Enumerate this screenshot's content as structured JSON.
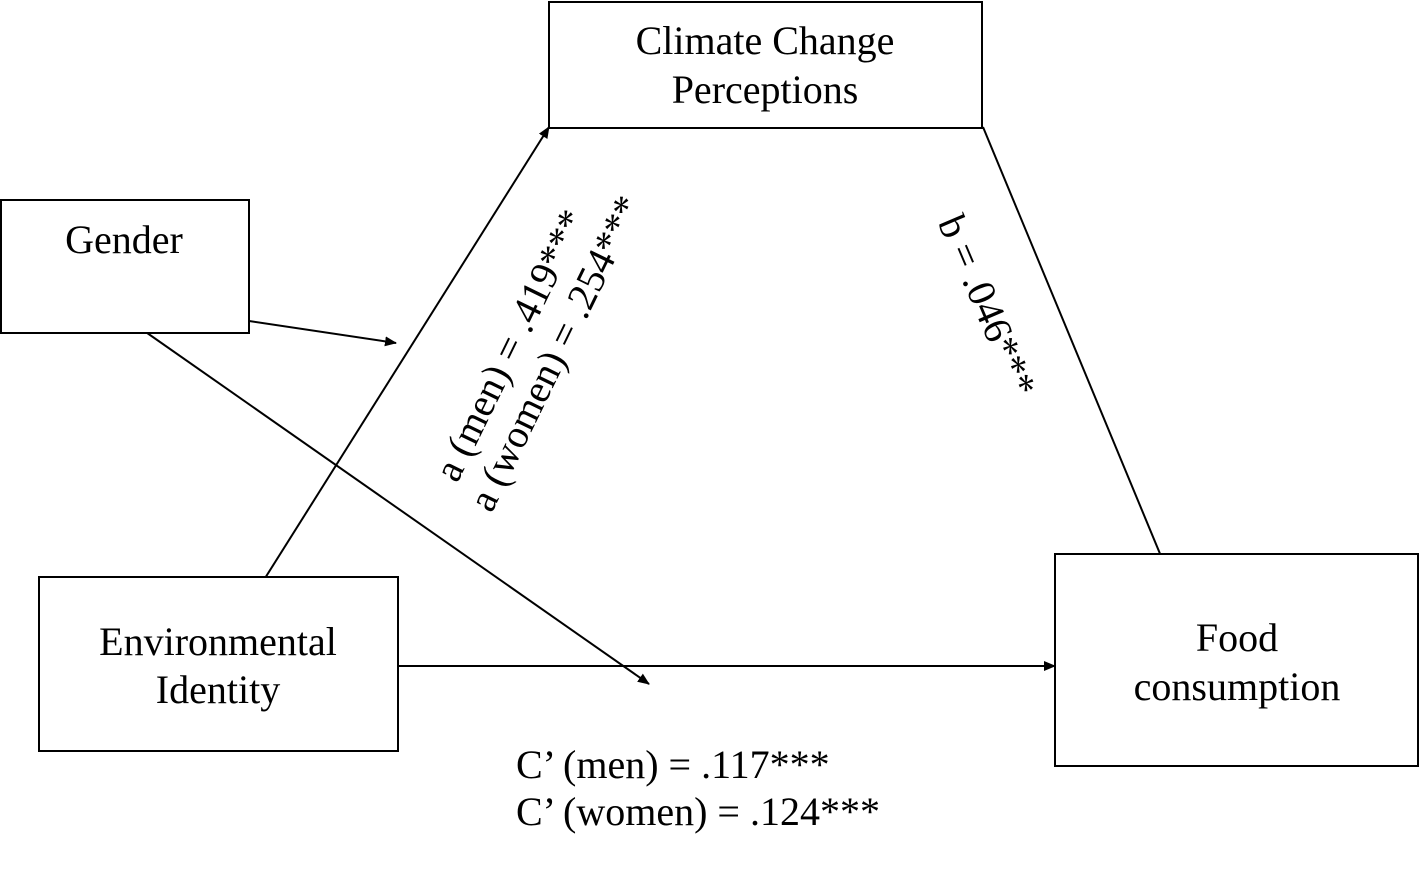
{
  "nodes": {
    "climate": {
      "line1": "Climate Change",
      "line2": "Perceptions"
    },
    "gender": {
      "label": "Gender"
    },
    "environment": {
      "line1": "Environmental",
      "line2": "Identity"
    },
    "food": {
      "line1": "Food",
      "line2": "consumption"
    }
  },
  "paths": {
    "a": {
      "men": "a (men) = .419***",
      "women": "a (women) = .254***"
    },
    "b": {
      "label": "b = .046***"
    },
    "c_prime": {
      "men": "C’ (men) = .117***",
      "women": "C’ (women) = .124***"
    }
  }
}
